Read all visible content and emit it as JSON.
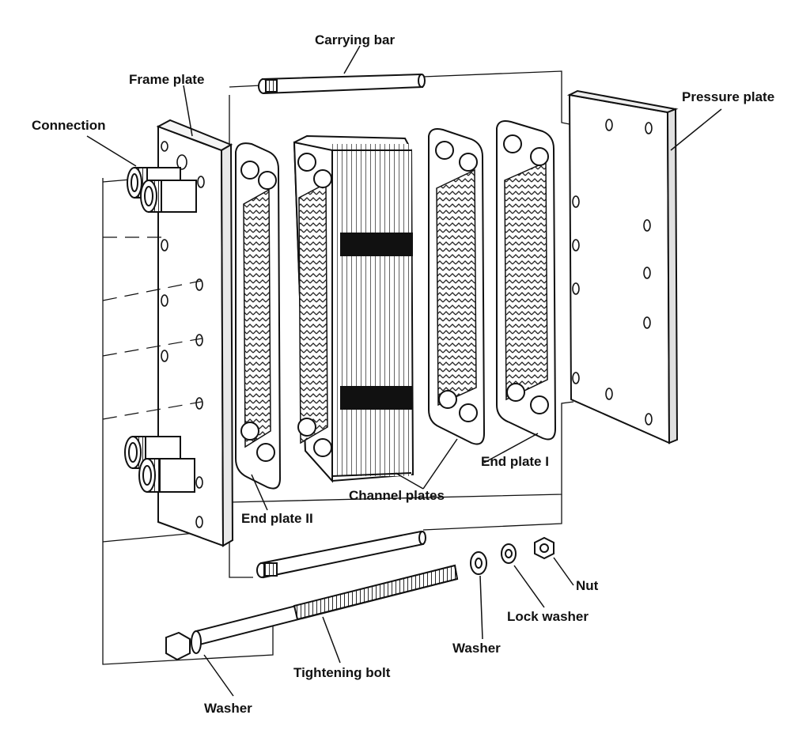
{
  "labels": {
    "carrying_bar": "Carrying bar",
    "frame_plate": "Frame plate",
    "pressure_plate": "Pressure plate",
    "connection": "Connection",
    "end_plate_1": "End plate I",
    "end_plate_2": "End plate II",
    "channel_plates": "Channel  plates",
    "nut": "Nut",
    "lock_washer": "Lock  washer",
    "washer_small": "Washer",
    "tightening_bolt": "Tightening  bolt",
    "washer_bolt": "Washer"
  },
  "colors": {
    "ink": "#111111",
    "paper": "#ffffff"
  }
}
